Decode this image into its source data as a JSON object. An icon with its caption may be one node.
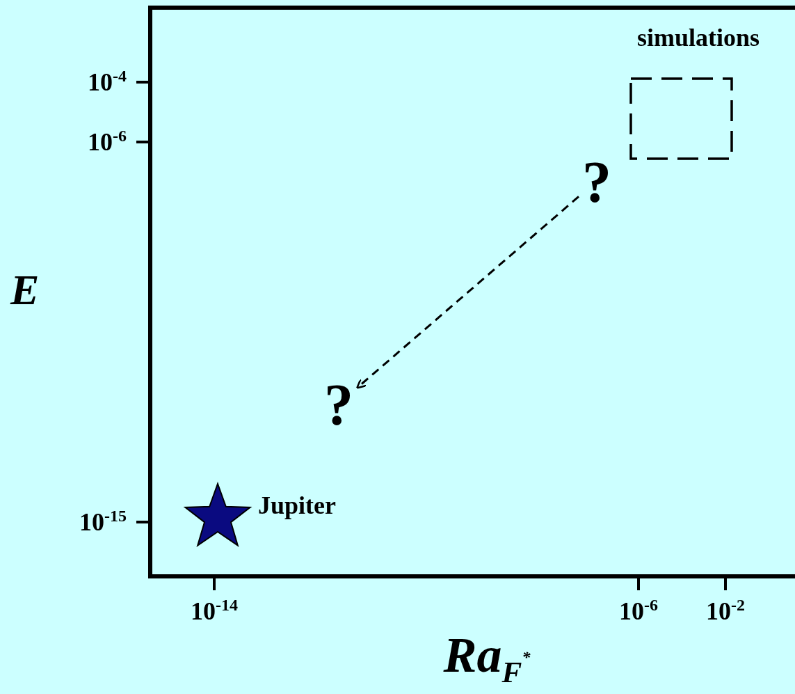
{
  "diagram": {
    "nodes": [
      {
        "text": [
          "simulations"
        ]
      },
      {
        "text": [
          "?"
        ]
      },
      {
        "text": [
          "?"
        ]
      },
      {
        "text": [],
        "shape": "star",
        "beside": [
          "Jupiter"
        ]
      }
    ],
    "edges": [
      {
        "from": 1,
        "to": 2,
        "arrow": "to",
        "style": "dashed"
      }
    ],
    "labels": [
      "10$^{-4}$",
      "10$^{-6}$",
      "E",
      "10$^{-15}$",
      "10$^{-14}$",
      "10$^{-6}$",
      "10$^{-2}$",
      "Ra$_{F}$$^{*}$"
    ]
  }
}
